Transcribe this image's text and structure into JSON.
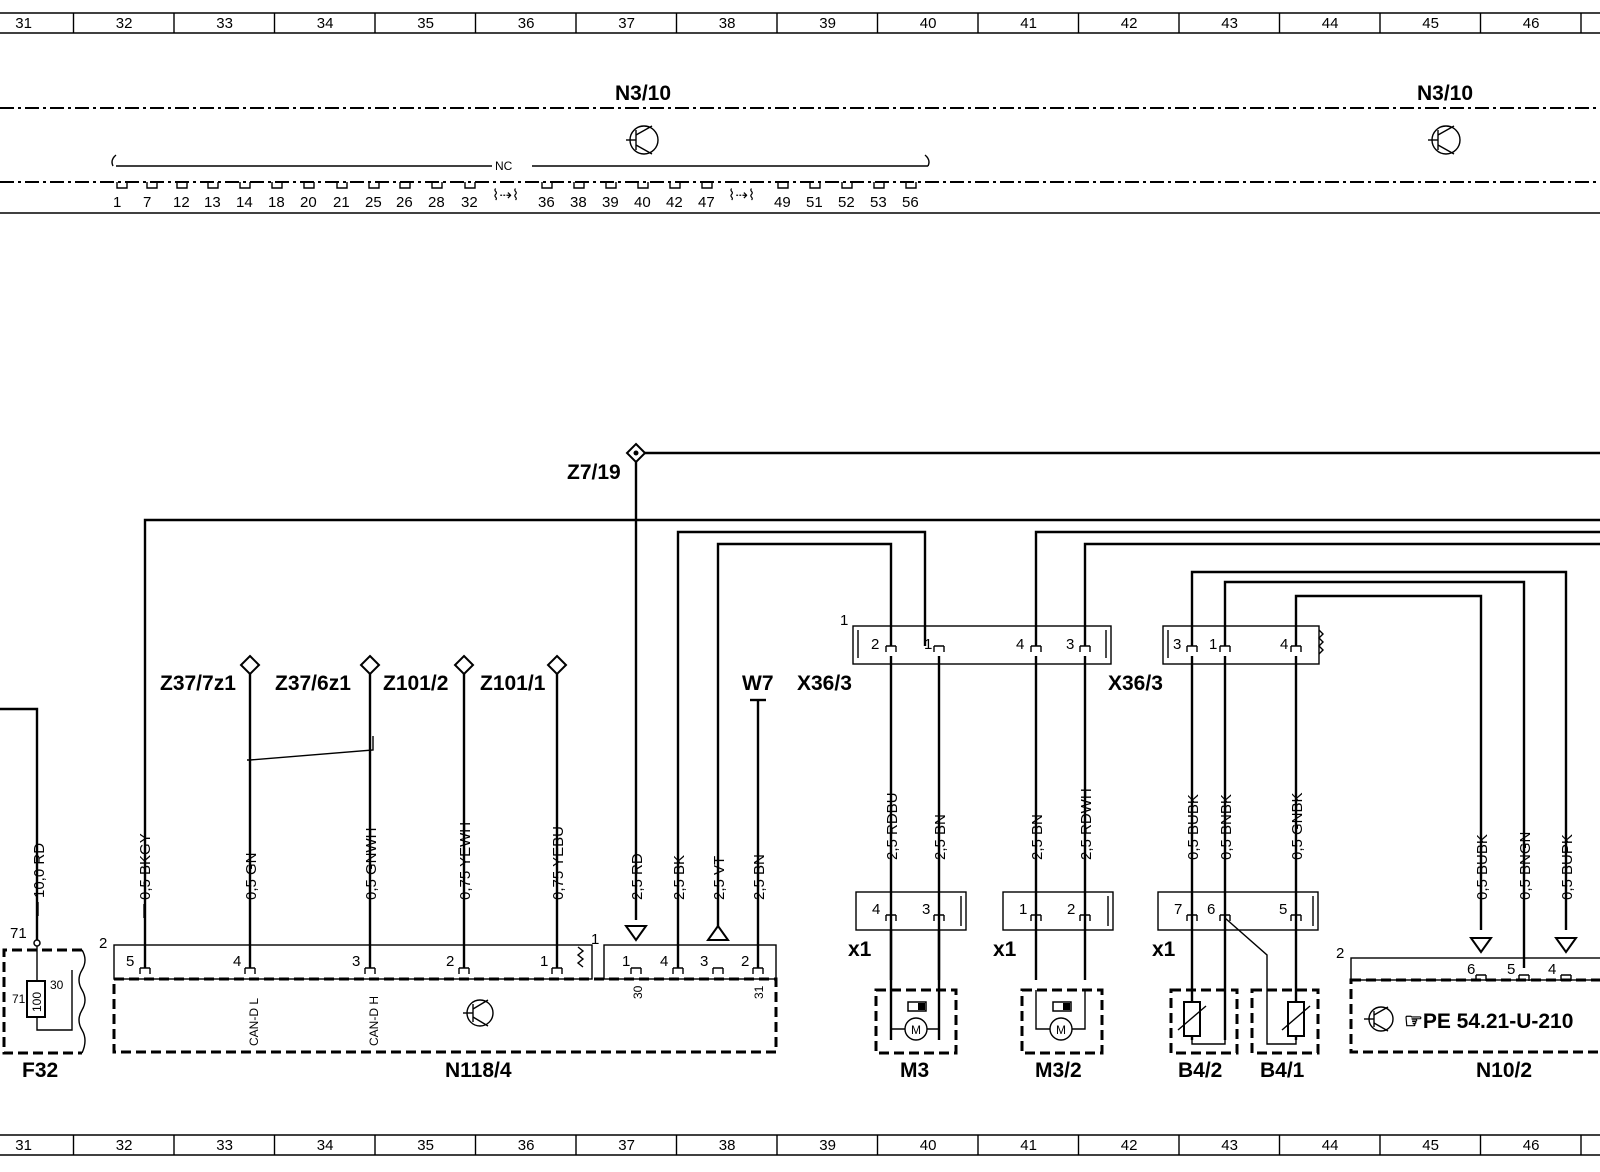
{
  "grid_columns": [
    "31",
    "32",
    "33",
    "34",
    "35",
    "36",
    "37",
    "38",
    "39",
    "40",
    "41",
    "42",
    "43",
    "44",
    "45",
    "46"
  ],
  "modules": {
    "n3_10_left": "N3/10",
    "n3_10_right": "N3/10",
    "nc": "NC",
    "pins": [
      "1",
      "7",
      "12",
      "13",
      "14",
      "18",
      "20",
      "21",
      "25",
      "26",
      "28",
      "32",
      "36",
      "38",
      "39",
      "40",
      "42",
      "47",
      "49",
      "51",
      "52",
      "53",
      "56"
    ],
    "break_a": "⌇⇢⌇",
    "break_b": "⌇⇢⌇"
  },
  "ground": {
    "z7_19": "Z7/19"
  },
  "connectors": {
    "z37_7z1": "Z37/7z1",
    "z37_6z1": "Z37/6z1",
    "z101_2": "Z101/2",
    "z101_1": "Z101/1",
    "w7": "W7",
    "x36_3_left": "X36/3",
    "x36_3_right": "X36/3",
    "x1_a": "x1",
    "x1_b": "x1",
    "x1_c": "x1"
  },
  "wires": [
    {
      "label": "10,0  RD"
    },
    {
      "label": "0,5  BKGY"
    },
    {
      "label": "0,5  GN"
    },
    {
      "label": "0,5  GNWH"
    },
    {
      "label": "0,75  YEWH"
    },
    {
      "label": "0,75  YEBU"
    },
    {
      "label": "2,5  RD"
    },
    {
      "label": "2,5  BK"
    },
    {
      "label": "2,5  VT"
    },
    {
      "label": "2,5  BN"
    },
    {
      "label": "2,5  RDBU"
    },
    {
      "label": "2,5  BN"
    },
    {
      "label": "2,5  BN"
    },
    {
      "label": "2,5  RDWH"
    },
    {
      "label": "0,5  BUBK"
    },
    {
      "label": "0,5  BNBK"
    },
    {
      "label": "0,5  GNBK"
    },
    {
      "label": "0,5  BUBK"
    },
    {
      "label": "0,5  BNGN"
    },
    {
      "label": "0,5  BUPK"
    }
  ],
  "components": {
    "f32": "F32",
    "f32_fuse": "100",
    "f32_pin_in": "71",
    "f32_pin_a": "71",
    "f32_pin_b": "30",
    "n118_4": "N118/4",
    "can_l": "CAN-D L",
    "can_h": "CAN-D H",
    "m3": "M3",
    "m3_2": "M3/2",
    "b4_2": "B4/2",
    "b4_1": "B4/1",
    "n10_2": "N10/2",
    "n10_2_ref": "☞PE  54.21-U-210",
    "motor_letter": "M"
  },
  "pin_numbers": {
    "n118_left_block": "2",
    "n118_right_block": "1",
    "n118_p5": "5",
    "n118_p4": "4",
    "n118_p3": "3",
    "n118_p2": "2",
    "n118_p1": "1",
    "n118_r1": "1",
    "n118_r4": "4",
    "n118_r3": "3",
    "n118_r2": "2",
    "n118_30": "30",
    "n118_31": "31",
    "x36_left_1": "1",
    "x36_p2": "2",
    "x36_p1": "1",
    "x36_p4": "4",
    "x36_p3": "3",
    "x36b_p3": "3",
    "x36b_p1": "1",
    "x36b_p4": "4",
    "x1a_4": "4",
    "x1a_3": "3",
    "x1b_1": "1",
    "x1b_2": "2",
    "x1c_7": "7",
    "x1c_6": "6",
    "x1c_5": "5",
    "n10_block": "2",
    "n10_6": "6",
    "n10_5": "5",
    "n10_4": "4"
  }
}
